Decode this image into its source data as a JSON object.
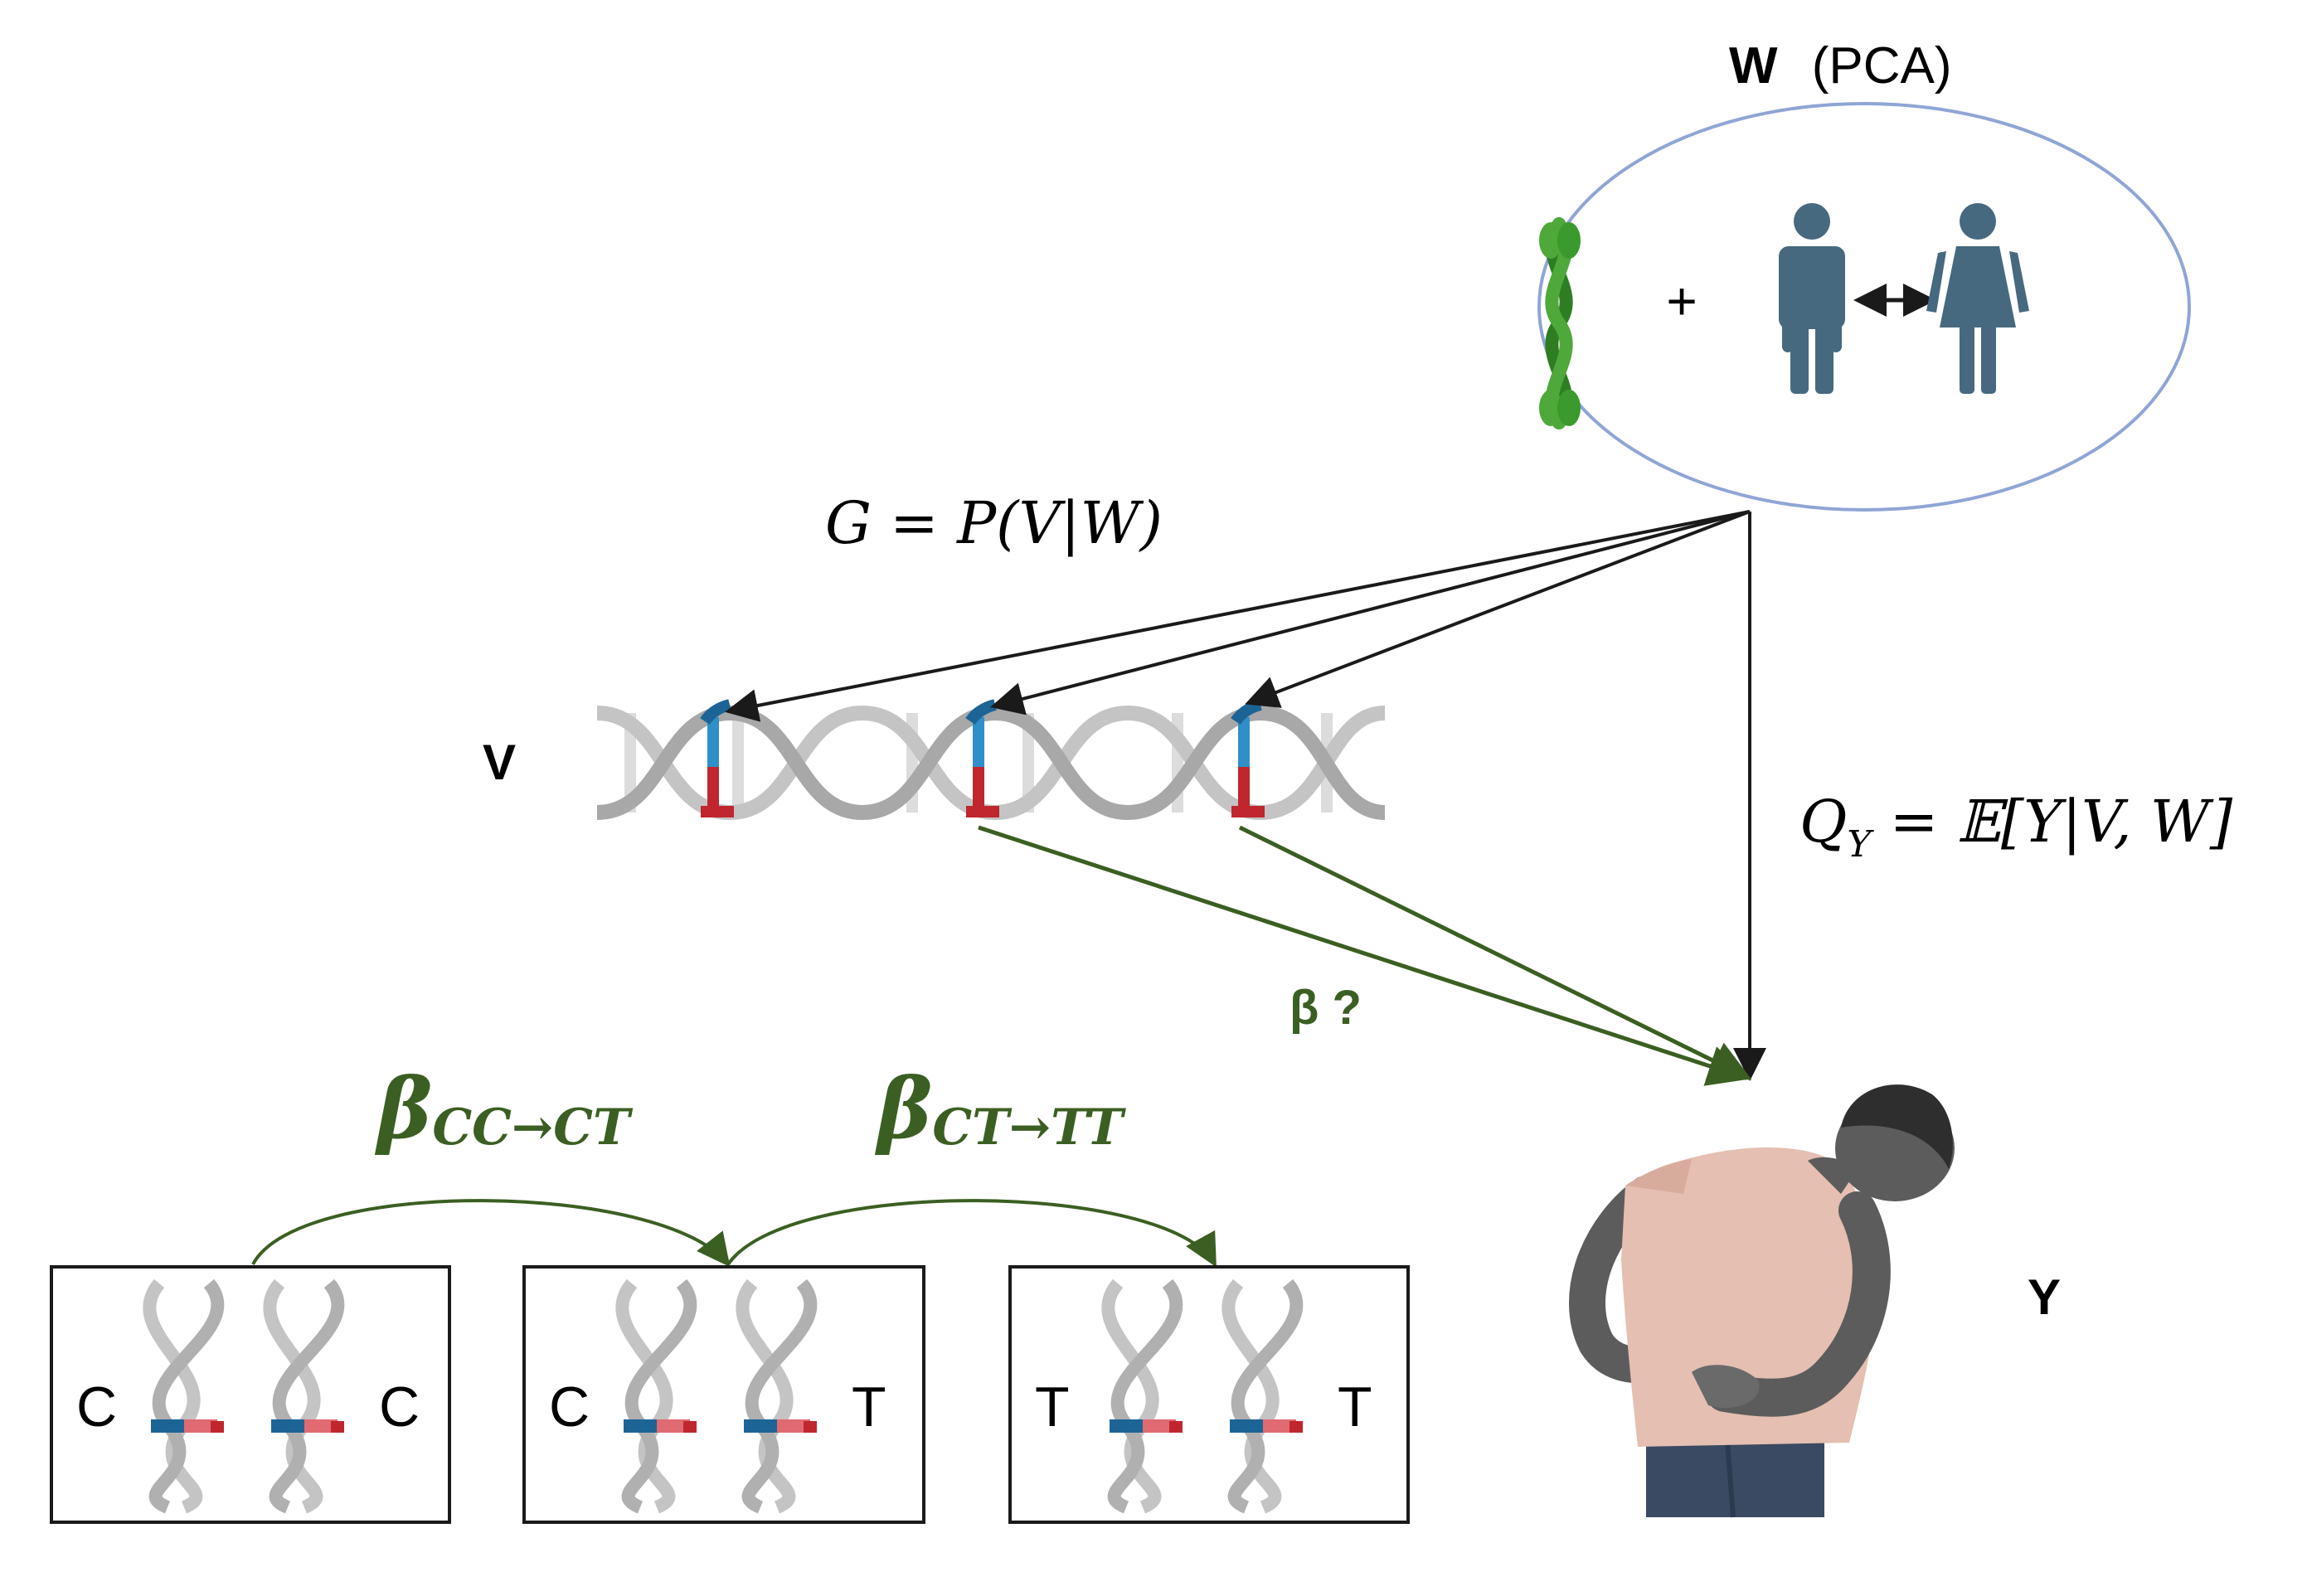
{
  "w_node": {
    "bold": "W",
    "suffix": "(PCA)",
    "plus": "+"
  },
  "v_node": {
    "label": "V"
  },
  "y_node": {
    "label": "Y"
  },
  "equations": {
    "g": "G = P(V|W)",
    "q": {
      "main": "Q",
      "sub": "Y",
      "rest": " = 𝔼[Y|V, W]"
    }
  },
  "beta_question": "β ?",
  "transitions": [
    {
      "symbol": "β",
      "sub": "CC→CT"
    },
    {
      "symbol": "β",
      "sub": "CT→TT"
    }
  ],
  "genotypes": [
    {
      "left": "C",
      "right": "C"
    },
    {
      "left": "C",
      "right": "T"
    },
    {
      "left": "T",
      "right": "T"
    }
  ],
  "colors": {
    "ellipse": "#8fa5d6",
    "arrow_black": "#1a1a1a",
    "arrow_green": "#3b5f22",
    "beta_green": "#3b5f22",
    "chromosome": "#4ea83a",
    "person_icon": "#46697f",
    "dna_gray": "#c4c4c4",
    "allele_blue": "#1d6496",
    "allele_red": "#c0262e",
    "shirt": "#e4bfb2",
    "skin": "#5c5c5c",
    "jeans": "#3a4a63"
  }
}
